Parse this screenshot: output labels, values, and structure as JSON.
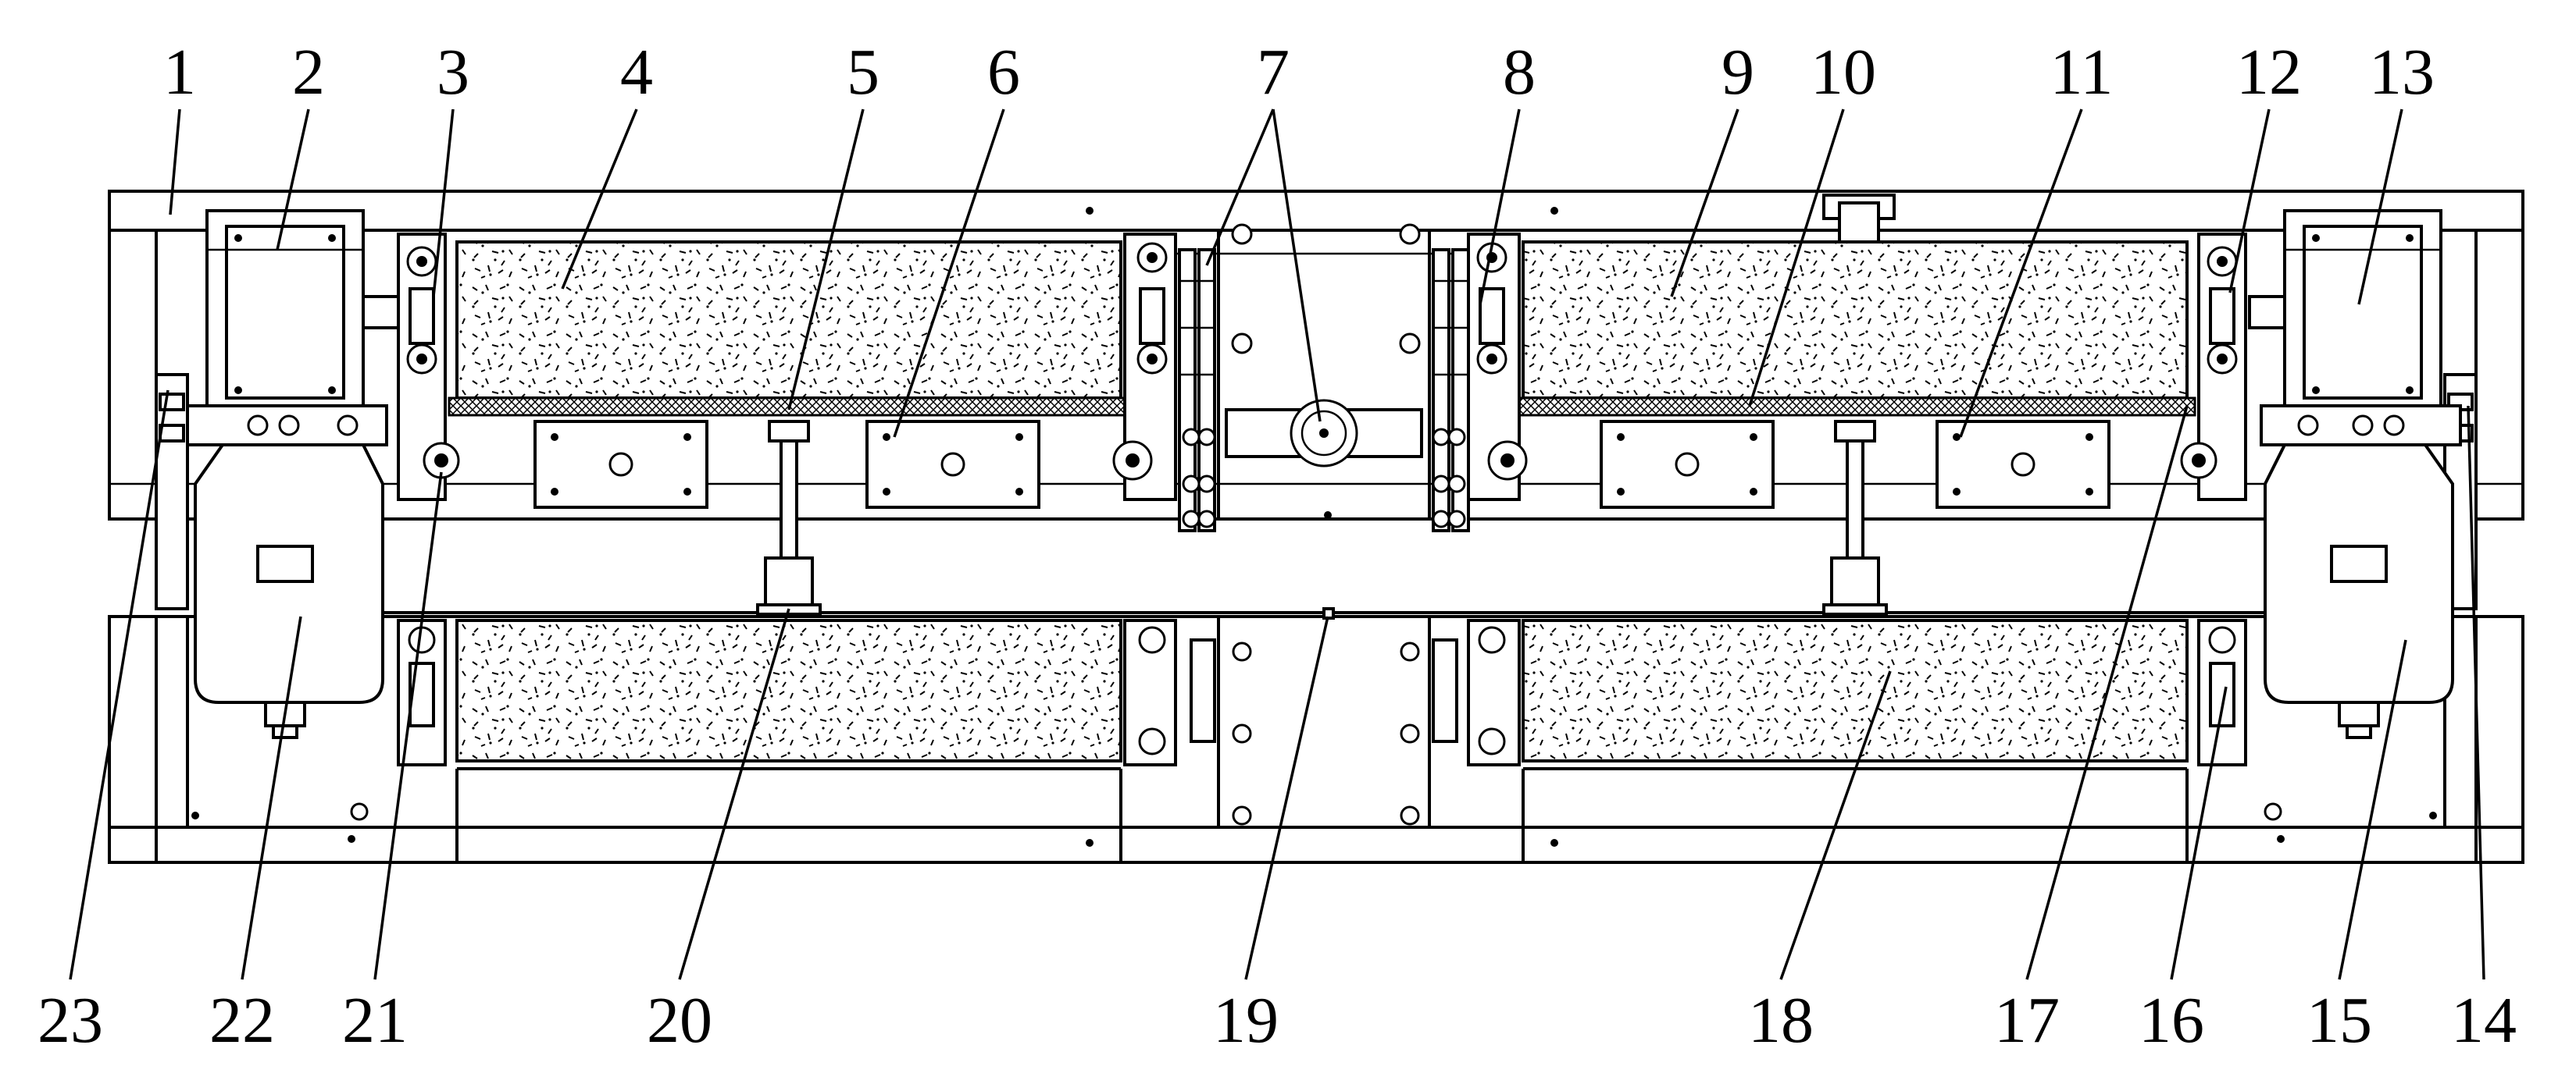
{
  "labels_top": [
    "1",
    "2",
    "3",
    "4",
    "5",
    "6",
    "7",
    "8",
    "9",
    "10",
    "11",
    "12",
    "13"
  ],
  "labels_bottom": [
    "23",
    "22",
    "21",
    "20",
    "19",
    "18",
    "17",
    "16",
    "15",
    "14"
  ],
  "colors": {
    "line": "#000000",
    "background": "#ffffff"
  }
}
